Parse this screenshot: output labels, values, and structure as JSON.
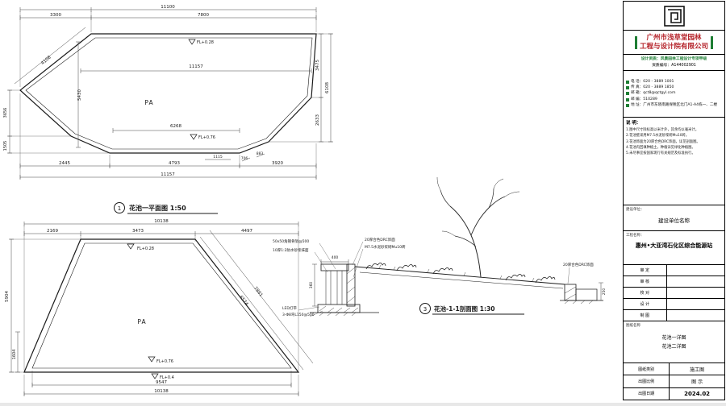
{
  "colors": {
    "accent_red": "#b5232a",
    "accent_green": "#1e7e34",
    "line": "#1a1a1a"
  },
  "plan1": {
    "callout_no": "1",
    "title": "花池一平面图 1:50",
    "area_label": "PA",
    "level_top": "FL+0.28",
    "level_mid": "FL+0.76",
    "dims": {
      "overall_top": "11100",
      "top_left": "3300",
      "top_right": "7800",
      "inner_top": "11157",
      "inner_mid": "6268",
      "slant_left": "4108",
      "left_v1": "3656",
      "left_v2": "1505",
      "inner_left_v": "5430",
      "right_v1": "3475",
      "right_v2": "2633",
      "right_overall": "6108",
      "bot_1": "2445",
      "bot_2": "4793",
      "bot_3": "3920",
      "bot_overall": "11157",
      "seg_1": "1115",
      "seg_2": "706",
      "seg_3": "883"
    }
  },
  "plan2": {
    "area_label": "PA",
    "level_top": "FL+0.28",
    "level_bottom": "FL+0.76",
    "level_outer": "FL+0.4",
    "dims": {
      "overall_top": "10138",
      "top_1": "2169",
      "top_2": "3473",
      "top_3": "4497",
      "left_v1": "5904",
      "left_v2": "1604",
      "right_s1": "6574",
      "right_s2": "7881",
      "bot_inner": "9547",
      "bot_overall": "10138"
    }
  },
  "section": {
    "callout_no": "3",
    "title": "花池-1-1剖面图 1:30",
    "ann_frame": "50x50角钢骨架@500",
    "ann_mortar": "10厚1:2防水砂浆抹面",
    "ann_finish_left": "20厚合色DRC饰面",
    "ann_brick": "M7.5水泥砂浆砌Mu10砖",
    "ann_led": "LED灯带",
    "ann_rebar": "3-Φ8弯L150@500",
    "ann_finish_right": "20厚合色DRC饰面",
    "dims": {
      "wall_h": "360",
      "cap_w": "400",
      "curb_h": "250"
    }
  },
  "title_block": {
    "company_line1": "广州市浅草堂园林",
    "company_line2": "工程与设计院有限公司",
    "qualification": "设计资质：风景园林工程设计专项甲级",
    "license_no": "资质编号：A144002901",
    "contacts": [
      {
        "label": "电 话：",
        "value": "020 - 3889 1001"
      },
      {
        "label": "传 真：",
        "value": "020 - 3889 1850"
      },
      {
        "label": "邮 箱：",
        "value": "qct8@qctgyl.com"
      },
      {
        "label": "邮 编：",
        "value": "510289"
      },
      {
        "label": "地 址：",
        "value": "广州市东晓南路保税区北门A1-A4栋一、二楼"
      }
    ],
    "notes_header": "说  明：",
    "notes": [
      "1.图中尺寸除标高以米计外，其余均以毫米计。",
      "2.花池壁采用M7.5水泥砂浆砌Mu10砖。",
      "3.花池饰面为20厚合色DRC饰面，详见剖面图。",
      "4.花池内回填种植土，种植详见绿化种植图。",
      "5.未尽事宜按国家现行有关规范及标准执行。"
    ],
    "client_label": "建设单位：",
    "client_name": "建设单位名称",
    "project_label": "工程名称：",
    "project_name": "惠州•大亚湾石化区综合能源站",
    "signoff_rows": [
      {
        "label": "审  定"
      },
      {
        "label": "审  核"
      },
      {
        "label": "校  对"
      },
      {
        "label": "设  计"
      },
      {
        "label": "制  图"
      }
    ],
    "sheet_name_label": "图纸名称",
    "sheet_name_1": "花池一详图",
    "sheet_name_2": "花池二详图",
    "footer_rows": [
      {
        "label": "图纸类别",
        "value": "施工图"
      },
      {
        "label": "出图比例",
        "value": "图 示"
      },
      {
        "label": "出图日期",
        "value": "2024.02"
      }
    ]
  }
}
